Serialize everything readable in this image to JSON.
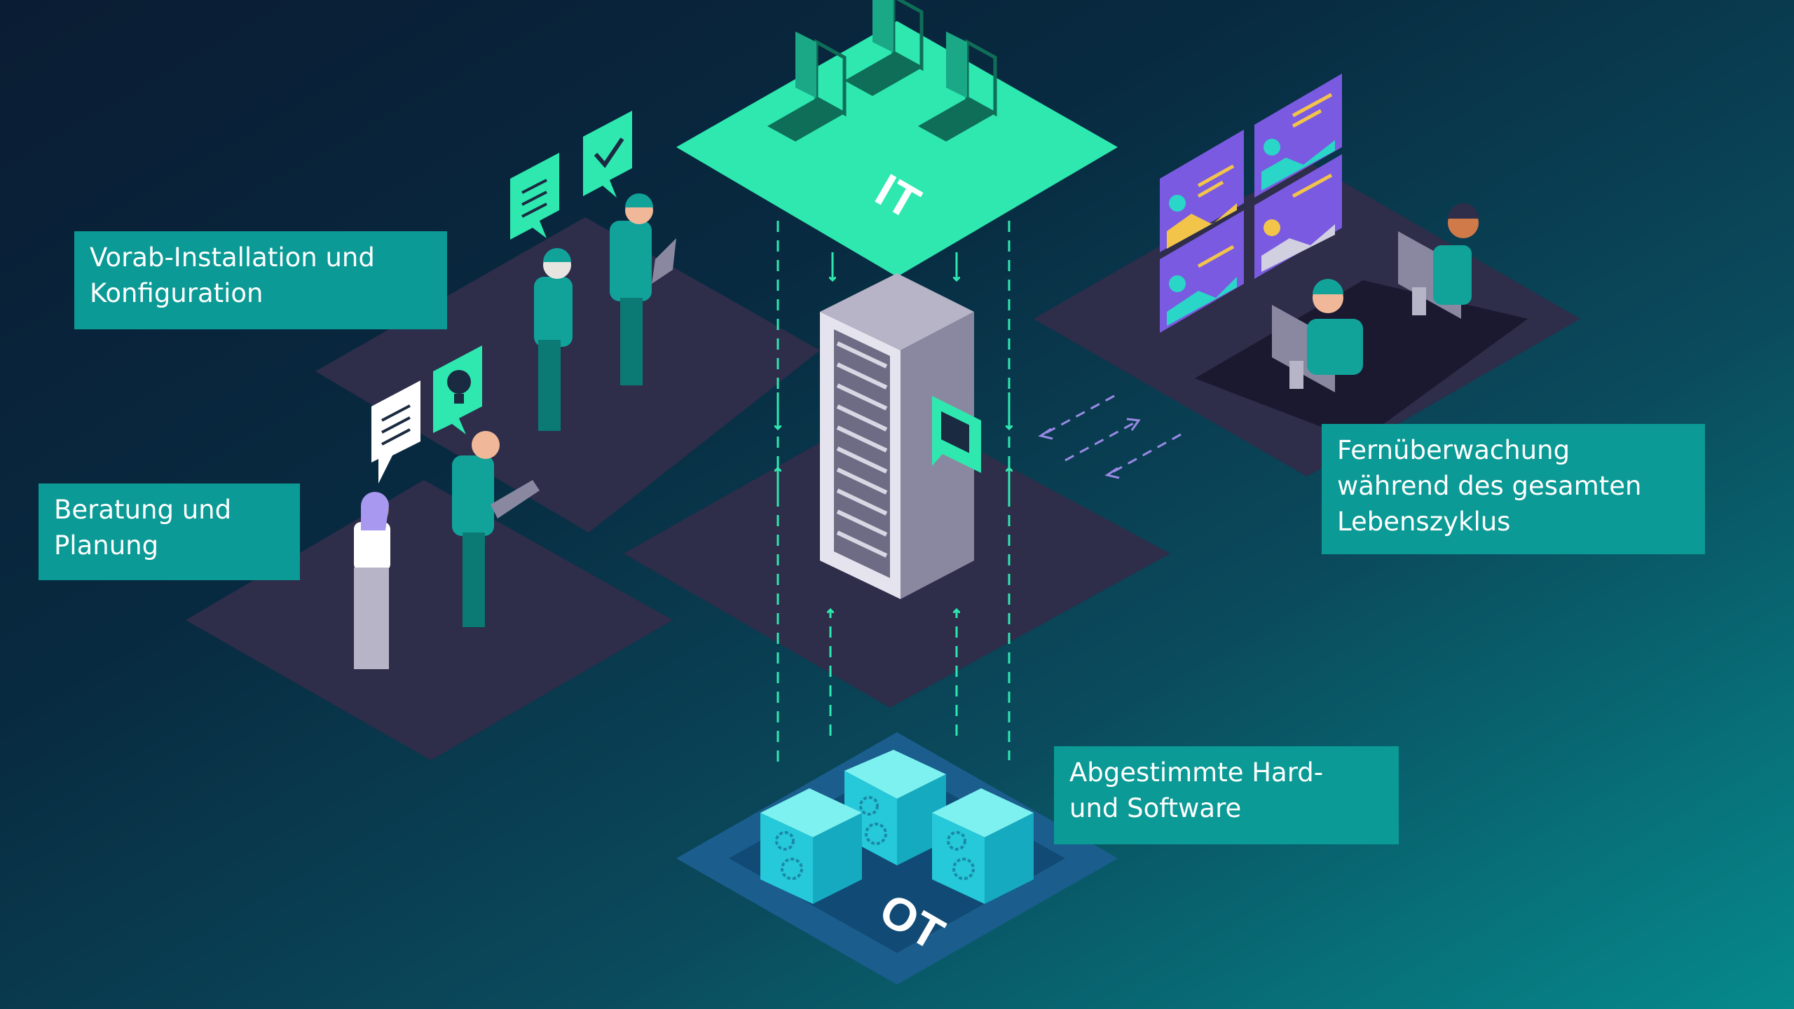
{
  "labels": {
    "it": "IT",
    "ot": "OT"
  },
  "callouts": {
    "vorab": {
      "lines": [
        "Vorab-Installation und",
        "Konfiguration"
      ]
    },
    "beratung": {
      "lines": [
        "Beratung und",
        "Planung"
      ]
    },
    "fernueberwachung": {
      "lines": [
        "Fernüberwachung",
        "während des gesamten",
        "Lebenszyklus"
      ]
    },
    "hardware": {
      "lines": [
        "Abgestimmte Hard-",
        "und Software"
      ]
    }
  },
  "colors": {
    "platform": "#2e2d4a",
    "it_platform": "#2ee8b0",
    "ot_platform": "#1b5e8e",
    "callout": "#0b9a95",
    "accent": "#2ee8b0",
    "cube": "#25c9d9",
    "dashboard": "#7a5ae0",
    "remote_arrow": "#9a8ae6",
    "person": "#11a39a"
  },
  "icons": [
    "laptop-icon",
    "server-rack-icon",
    "sliders-icon",
    "checkmark-icon",
    "checklist-icon",
    "lightbulb-icon",
    "monitor-check-icon",
    "gear-icon",
    "dashboard-icon"
  ]
}
